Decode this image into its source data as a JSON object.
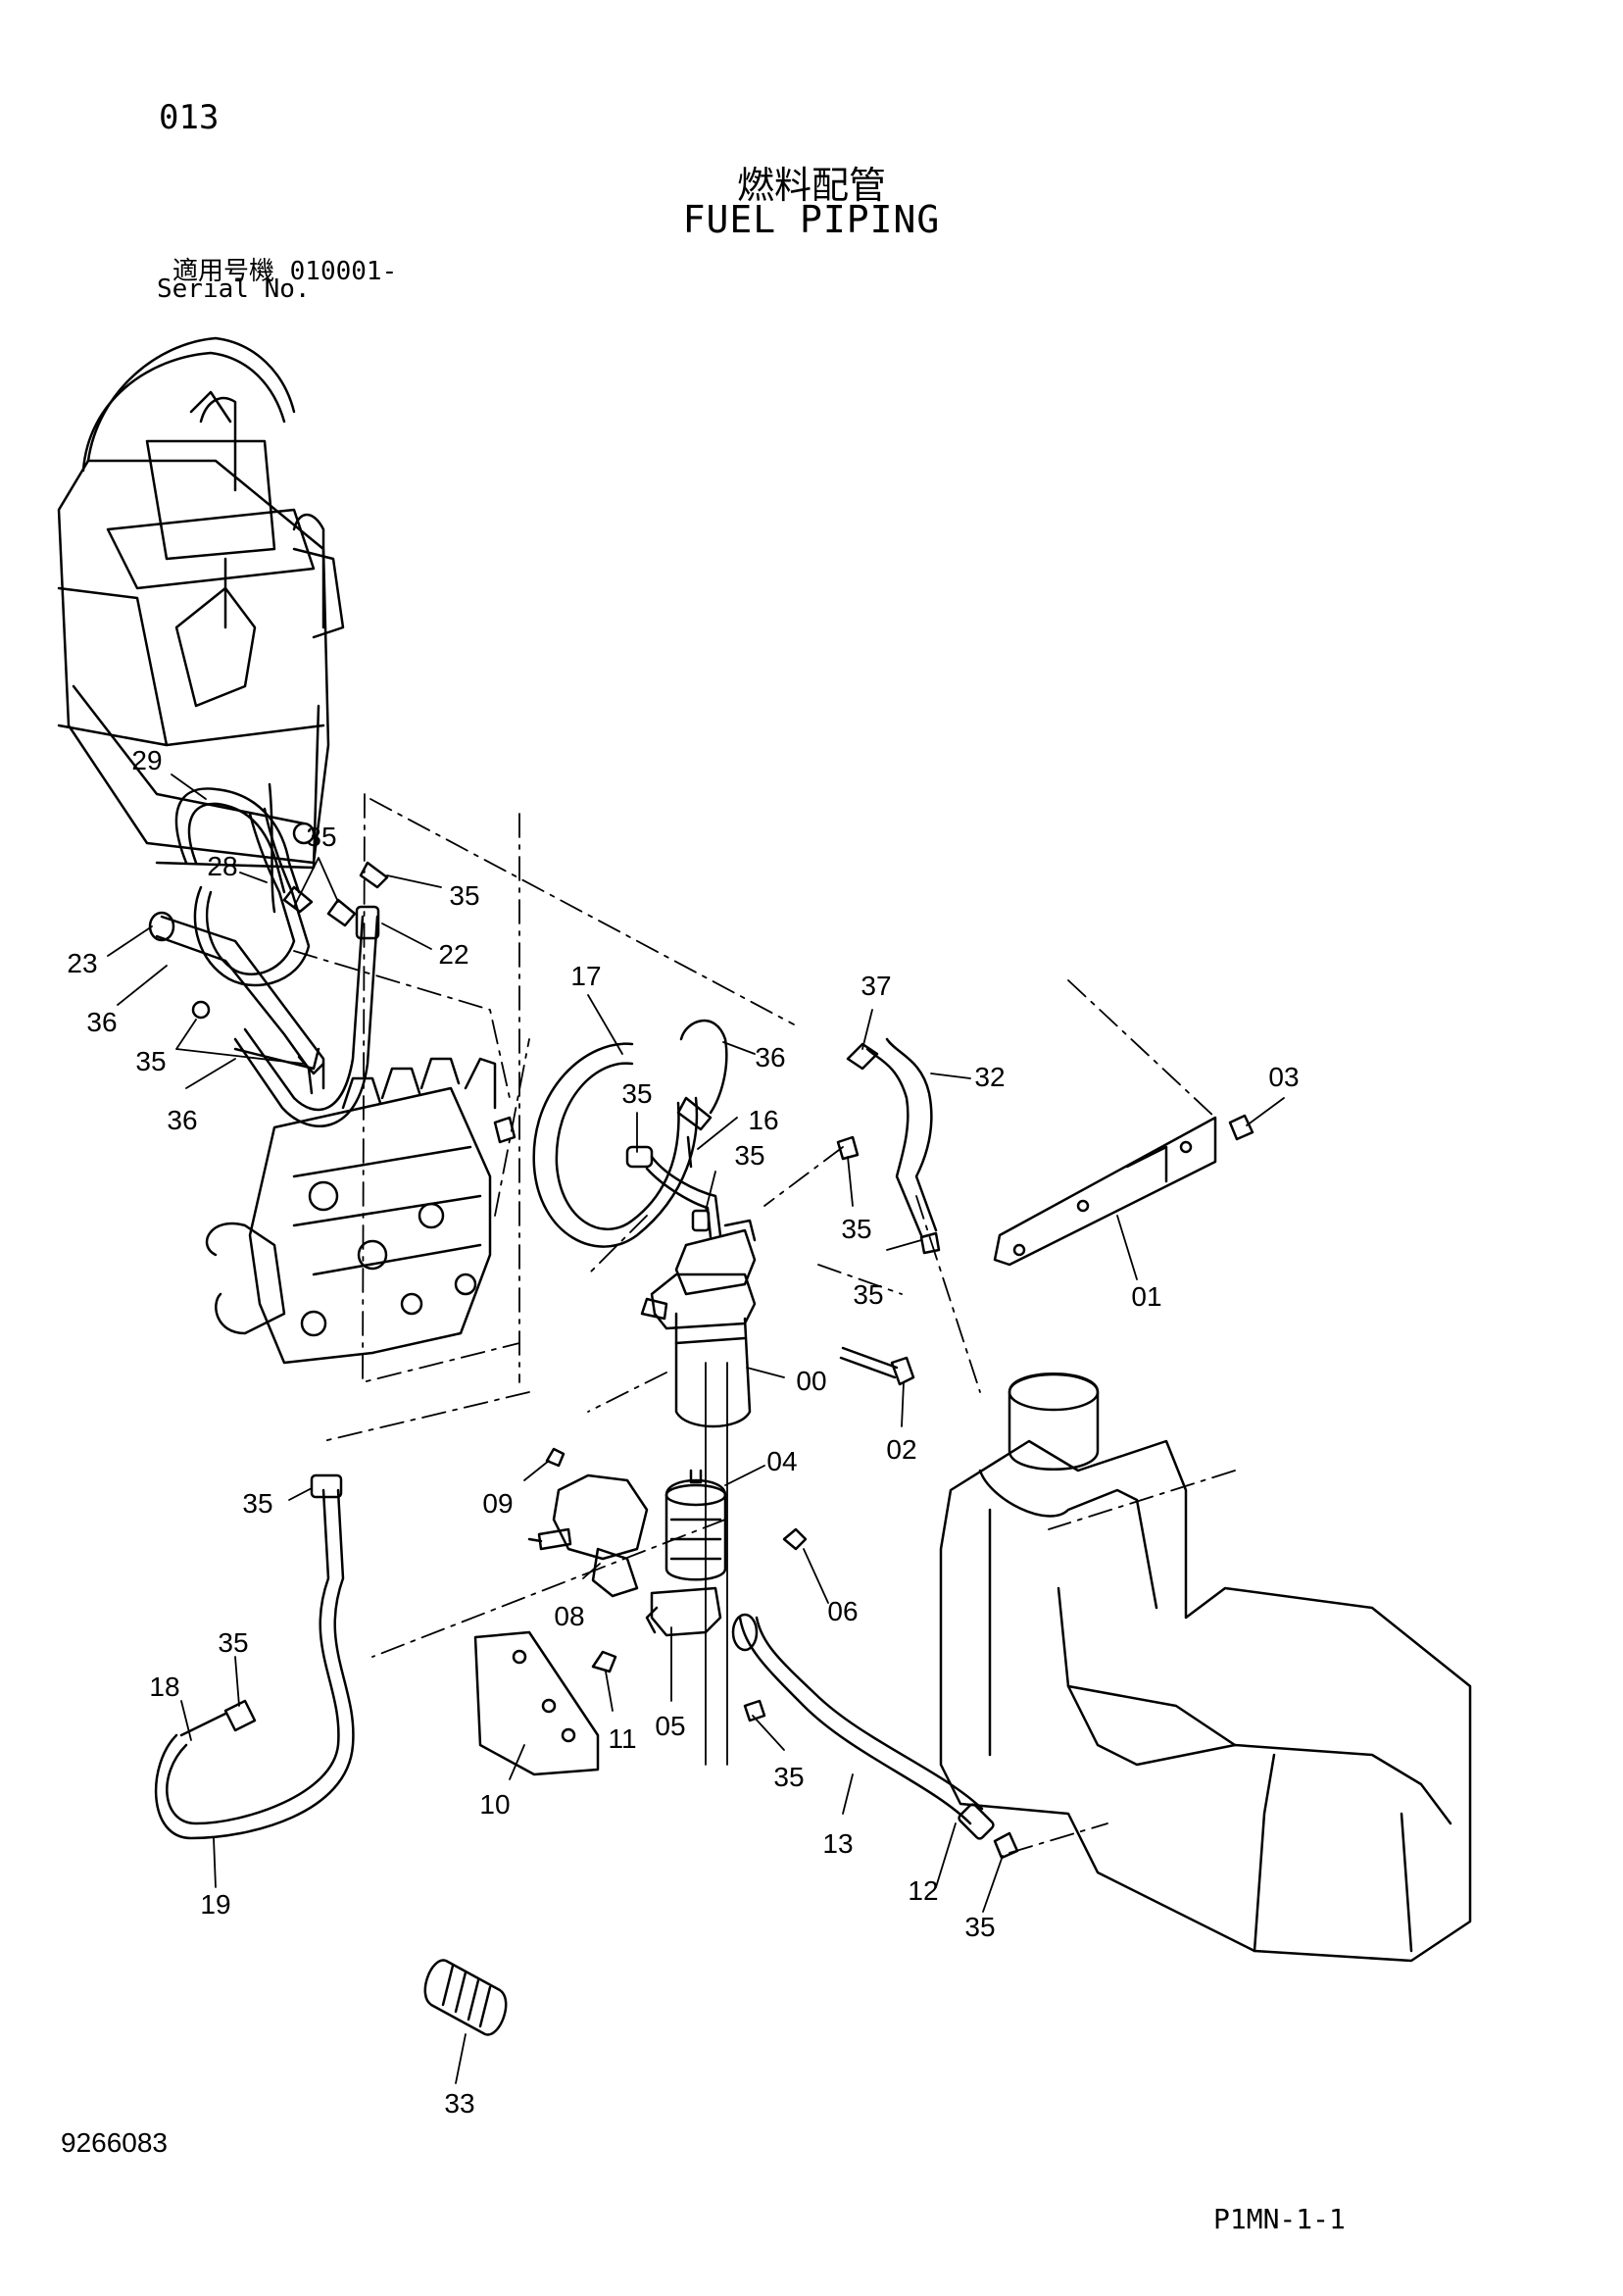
{
  "header": {
    "page_number": "013",
    "title_ja": "燃料配管",
    "title_en": "FUEL PIPING",
    "serial_ja": "適用号機  010001-",
    "serial_en": "Serial No."
  },
  "footer": {
    "doc_number": "9266083",
    "sheet_code": "P1MN-1-1"
  },
  "callouts": [
    "29",
    "35",
    "28",
    "35",
    "23",
    "22",
    "36",
    "35",
    "36",
    "17",
    "36",
    "35",
    "16",
    "35",
    "37",
    "32",
    "03",
    "35",
    "35",
    "01",
    "00",
    "02",
    "35",
    "09",
    "04",
    "08",
    "06",
    "35",
    "18",
    "05",
    "11",
    "10",
    "35",
    "13",
    "12",
    "35",
    "19",
    "33"
  ]
}
